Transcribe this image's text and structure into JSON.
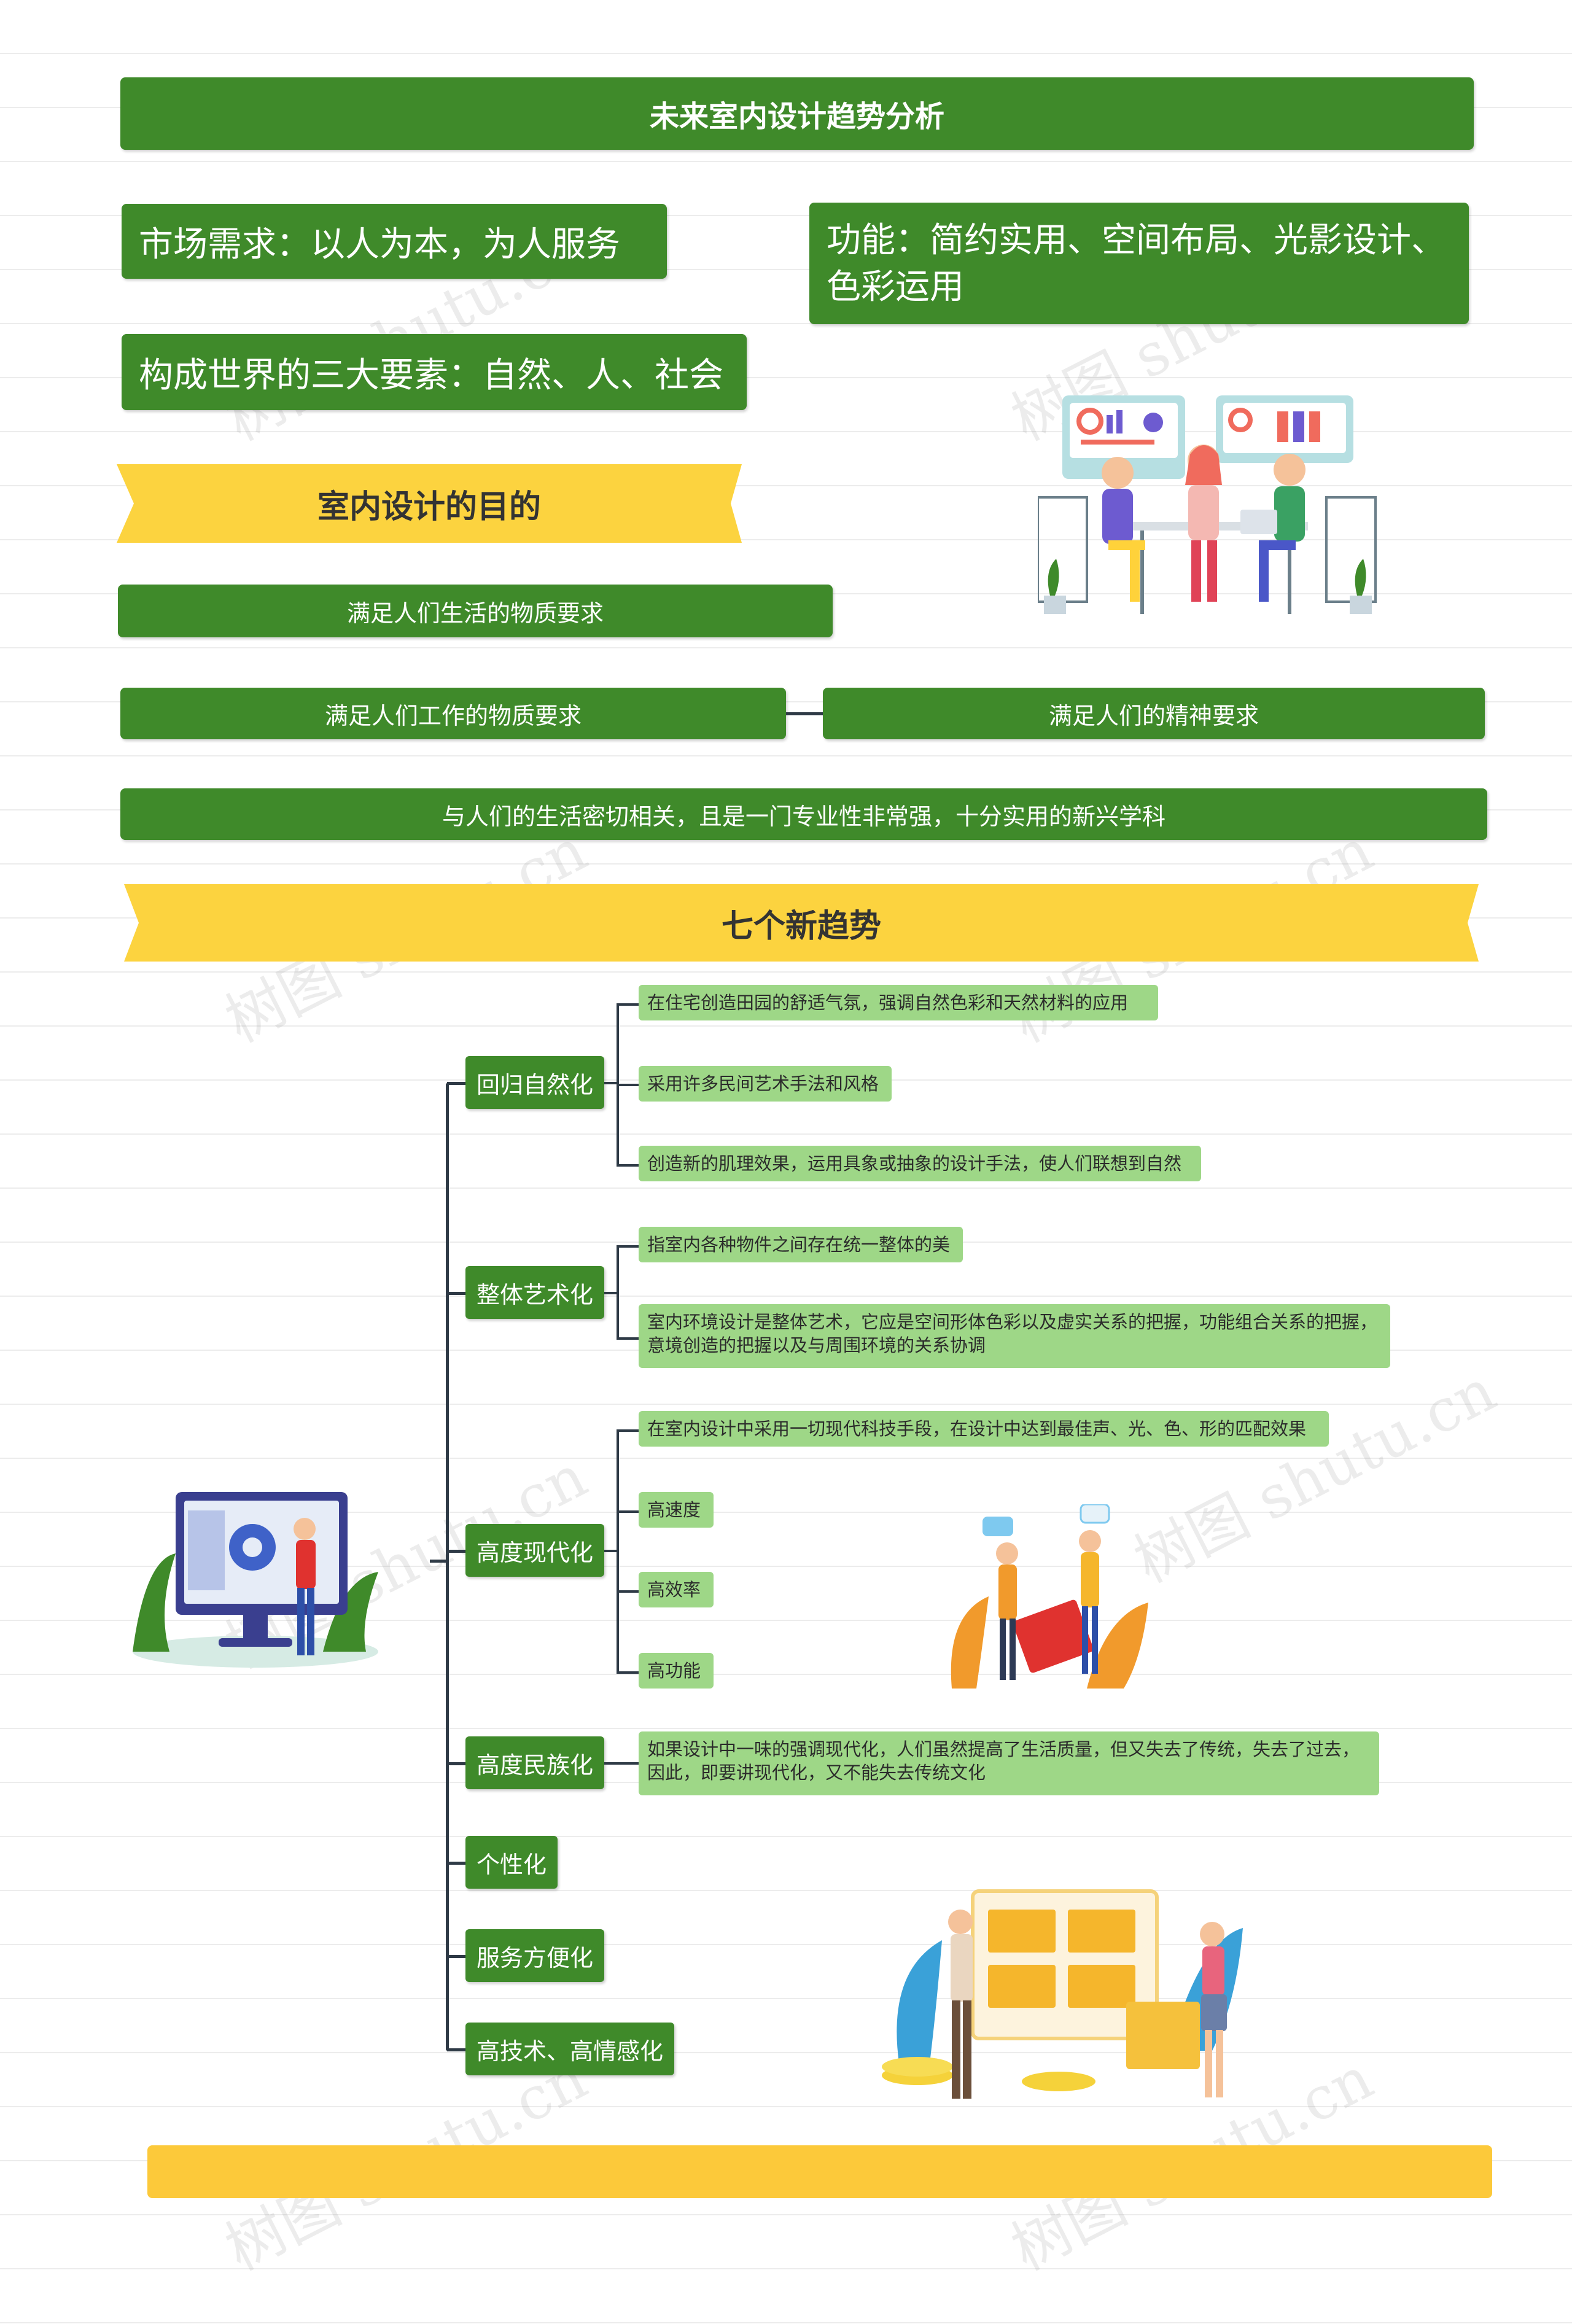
{
  "title": "未来室内设计趋势分析",
  "top_boxes": {
    "market": "市场需求：以人为本，为人服务",
    "function": "功能：简约实用、空间布局、光影设计、色彩运用",
    "elements": "构成世界的三大要素：自然、人、社会"
  },
  "purpose": {
    "heading": "室内设计的目的",
    "item1": "满足人们生活的物质要求",
    "item2": "满足人们工作的物质要求",
    "item3": "满足人们的精神要求",
    "summary": "与人们的生活密切相关，且是一门专业性非常强，十分实用的新兴学科"
  },
  "trends": {
    "heading": "七个新趋势",
    "nodes": [
      {
        "label": "回归自然化",
        "leaves": [
          "在住宅创造田园的舒适气氛，强调自然色彩和天然材料的应用",
          "采用许多民间艺术手法和风格",
          "创造新的肌理效果，运用具象或抽象的设计手法，使人们联想到自然"
        ]
      },
      {
        "label": "整体艺术化",
        "leaves": [
          "指室内各种物件之间存在统一整体的美",
          "室内环境设计是整体艺术，它应是空间形体色彩以及虚实关系的把握，功能组合关系的把握，意境创造的把握以及与周围环境的关系协调"
        ]
      },
      {
        "label": "高度现代化",
        "leaves": [
          "在室内设计中采用一切现代科技手段，在设计中达到最佳声、光、色、形的匹配效果",
          "高速度",
          "高效率",
          "高功能"
        ]
      },
      {
        "label": "高度民族化",
        "leaves": [
          "如果设计中一味的强调现代化，人们虽然提高了生活质量，但又失去了传统，失去了过去，因此，即要讲现代化，又不能失去传统文化"
        ]
      },
      {
        "label": "个性化",
        "leaves": []
      },
      {
        "label": "服务方便化",
        "leaves": []
      },
      {
        "label": "高技术、高情感化",
        "leaves": []
      }
    ]
  },
  "watermark": "树图 shutu.cn",
  "colors": {
    "green": "#3f8a2a",
    "light_green": "#9ed787",
    "yellow": "#fcd33f",
    "line": "#2e3a46"
  }
}
